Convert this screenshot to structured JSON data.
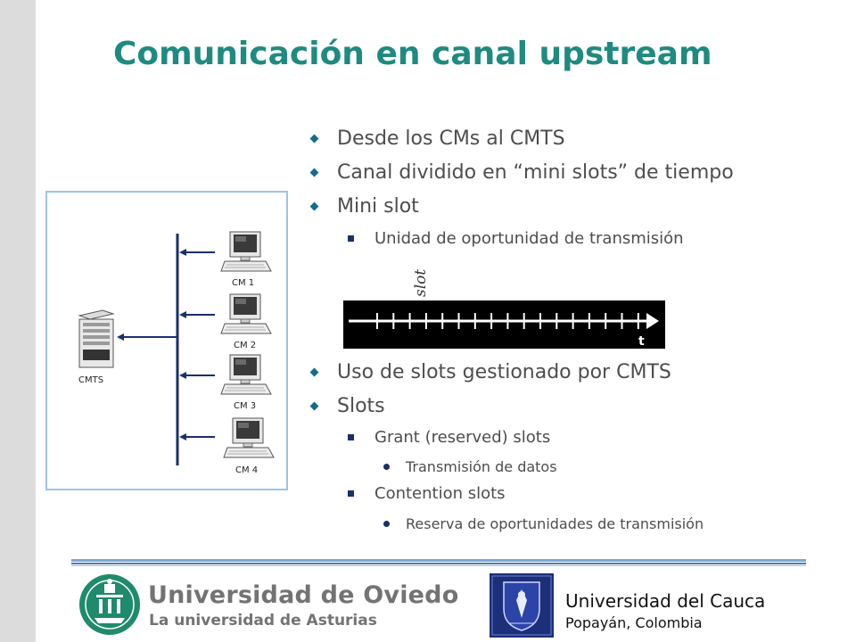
{
  "slide": {
    "title": "Comunicación en canal upstream",
    "bullets": {
      "b1": "Desde los CMs al CMTS",
      "b2": "Canal dividido en “mini slots” de tiempo",
      "b3": "Mini slot",
      "b3_1": "Unidad de oportunidad de transmisión",
      "b4": "Uso de slots gestionado por CMTS",
      "b5": "Slots",
      "b5_1": "Grant (reserved) slots",
      "b5_1_1": "Transmisión de datos",
      "b5_2": "Contention slots",
      "b5_2_1": "Reserva de oportunidades de transmisión"
    },
    "network": {
      "cmts_label": "CMTS",
      "modems": [
        "CM 1",
        "CM 2",
        "CM 3",
        "CM 4"
      ]
    },
    "timeline": {
      "slot_label": "slot",
      "axis_label": "t"
    }
  },
  "footer": {
    "left_name": "Universidad de Oviedo",
    "left_subtitle": "La universidad de Asturias",
    "right_name": "Universidad del Cauca",
    "right_subtitle": "Popayán, Colombia"
  },
  "colors": {
    "title": "#1f8a80",
    "accent_blue": "#1a2f6b",
    "box_border": "#9cc3ec"
  }
}
